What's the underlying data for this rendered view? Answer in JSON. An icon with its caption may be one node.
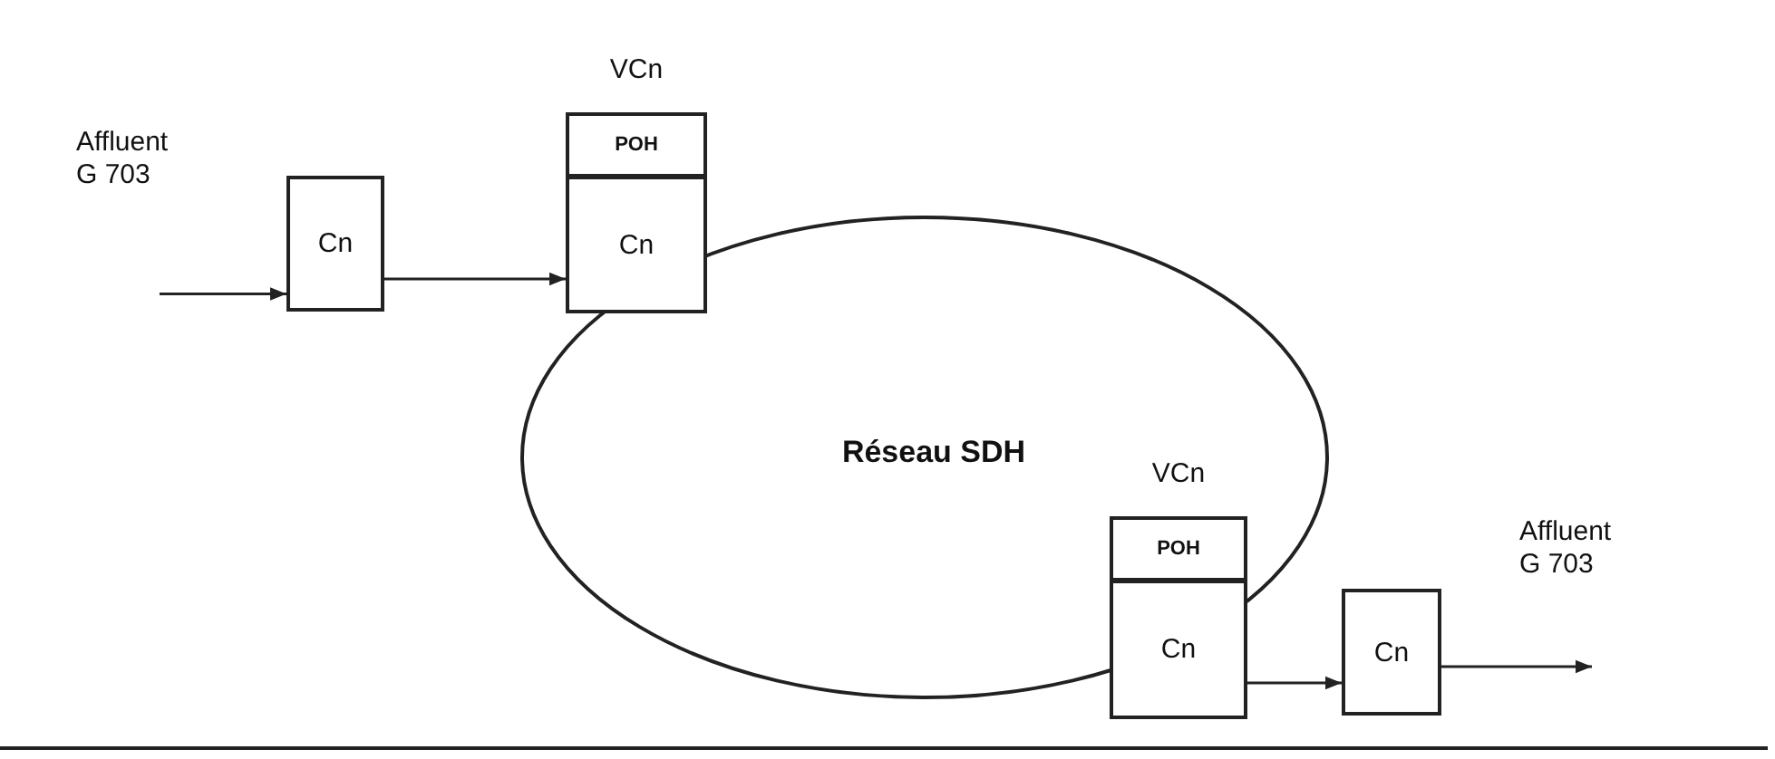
{
  "diagram": {
    "nodes": [
      {
        "text": [
          "Cn"
        ]
      },
      {
        "text": [
          "VCn"
        ]
      },
      {
        "text": [
          "POH"
        ],
        "in": 1
      },
      {
        "text": [
          "Cn"
        ],
        "in": 1
      },
      {
        "text": [
          "Réseau SDH"
        ]
      },
      {
        "text": [
          "VCn"
        ]
      },
      {
        "text": [
          "POH"
        ],
        "in": 5
      },
      {
        "text": [
          "Cn"
        ],
        "in": 5
      },
      {
        "text": [
          "Cn"
        ]
      }
    ],
    "edges": [
      {
        "from": null,
        "to": 0,
        "arrow": "to"
      },
      {
        "from": 0,
        "to": 3,
        "arrow": "to"
      },
      {
        "from": 7,
        "to": 8,
        "arrow": "to"
      },
      {
        "from": 8,
        "to": null,
        "arrow": "to"
      }
    ],
    "labels": [
      "Affluent G 703",
      "Affluent G 703"
    ]
  }
}
